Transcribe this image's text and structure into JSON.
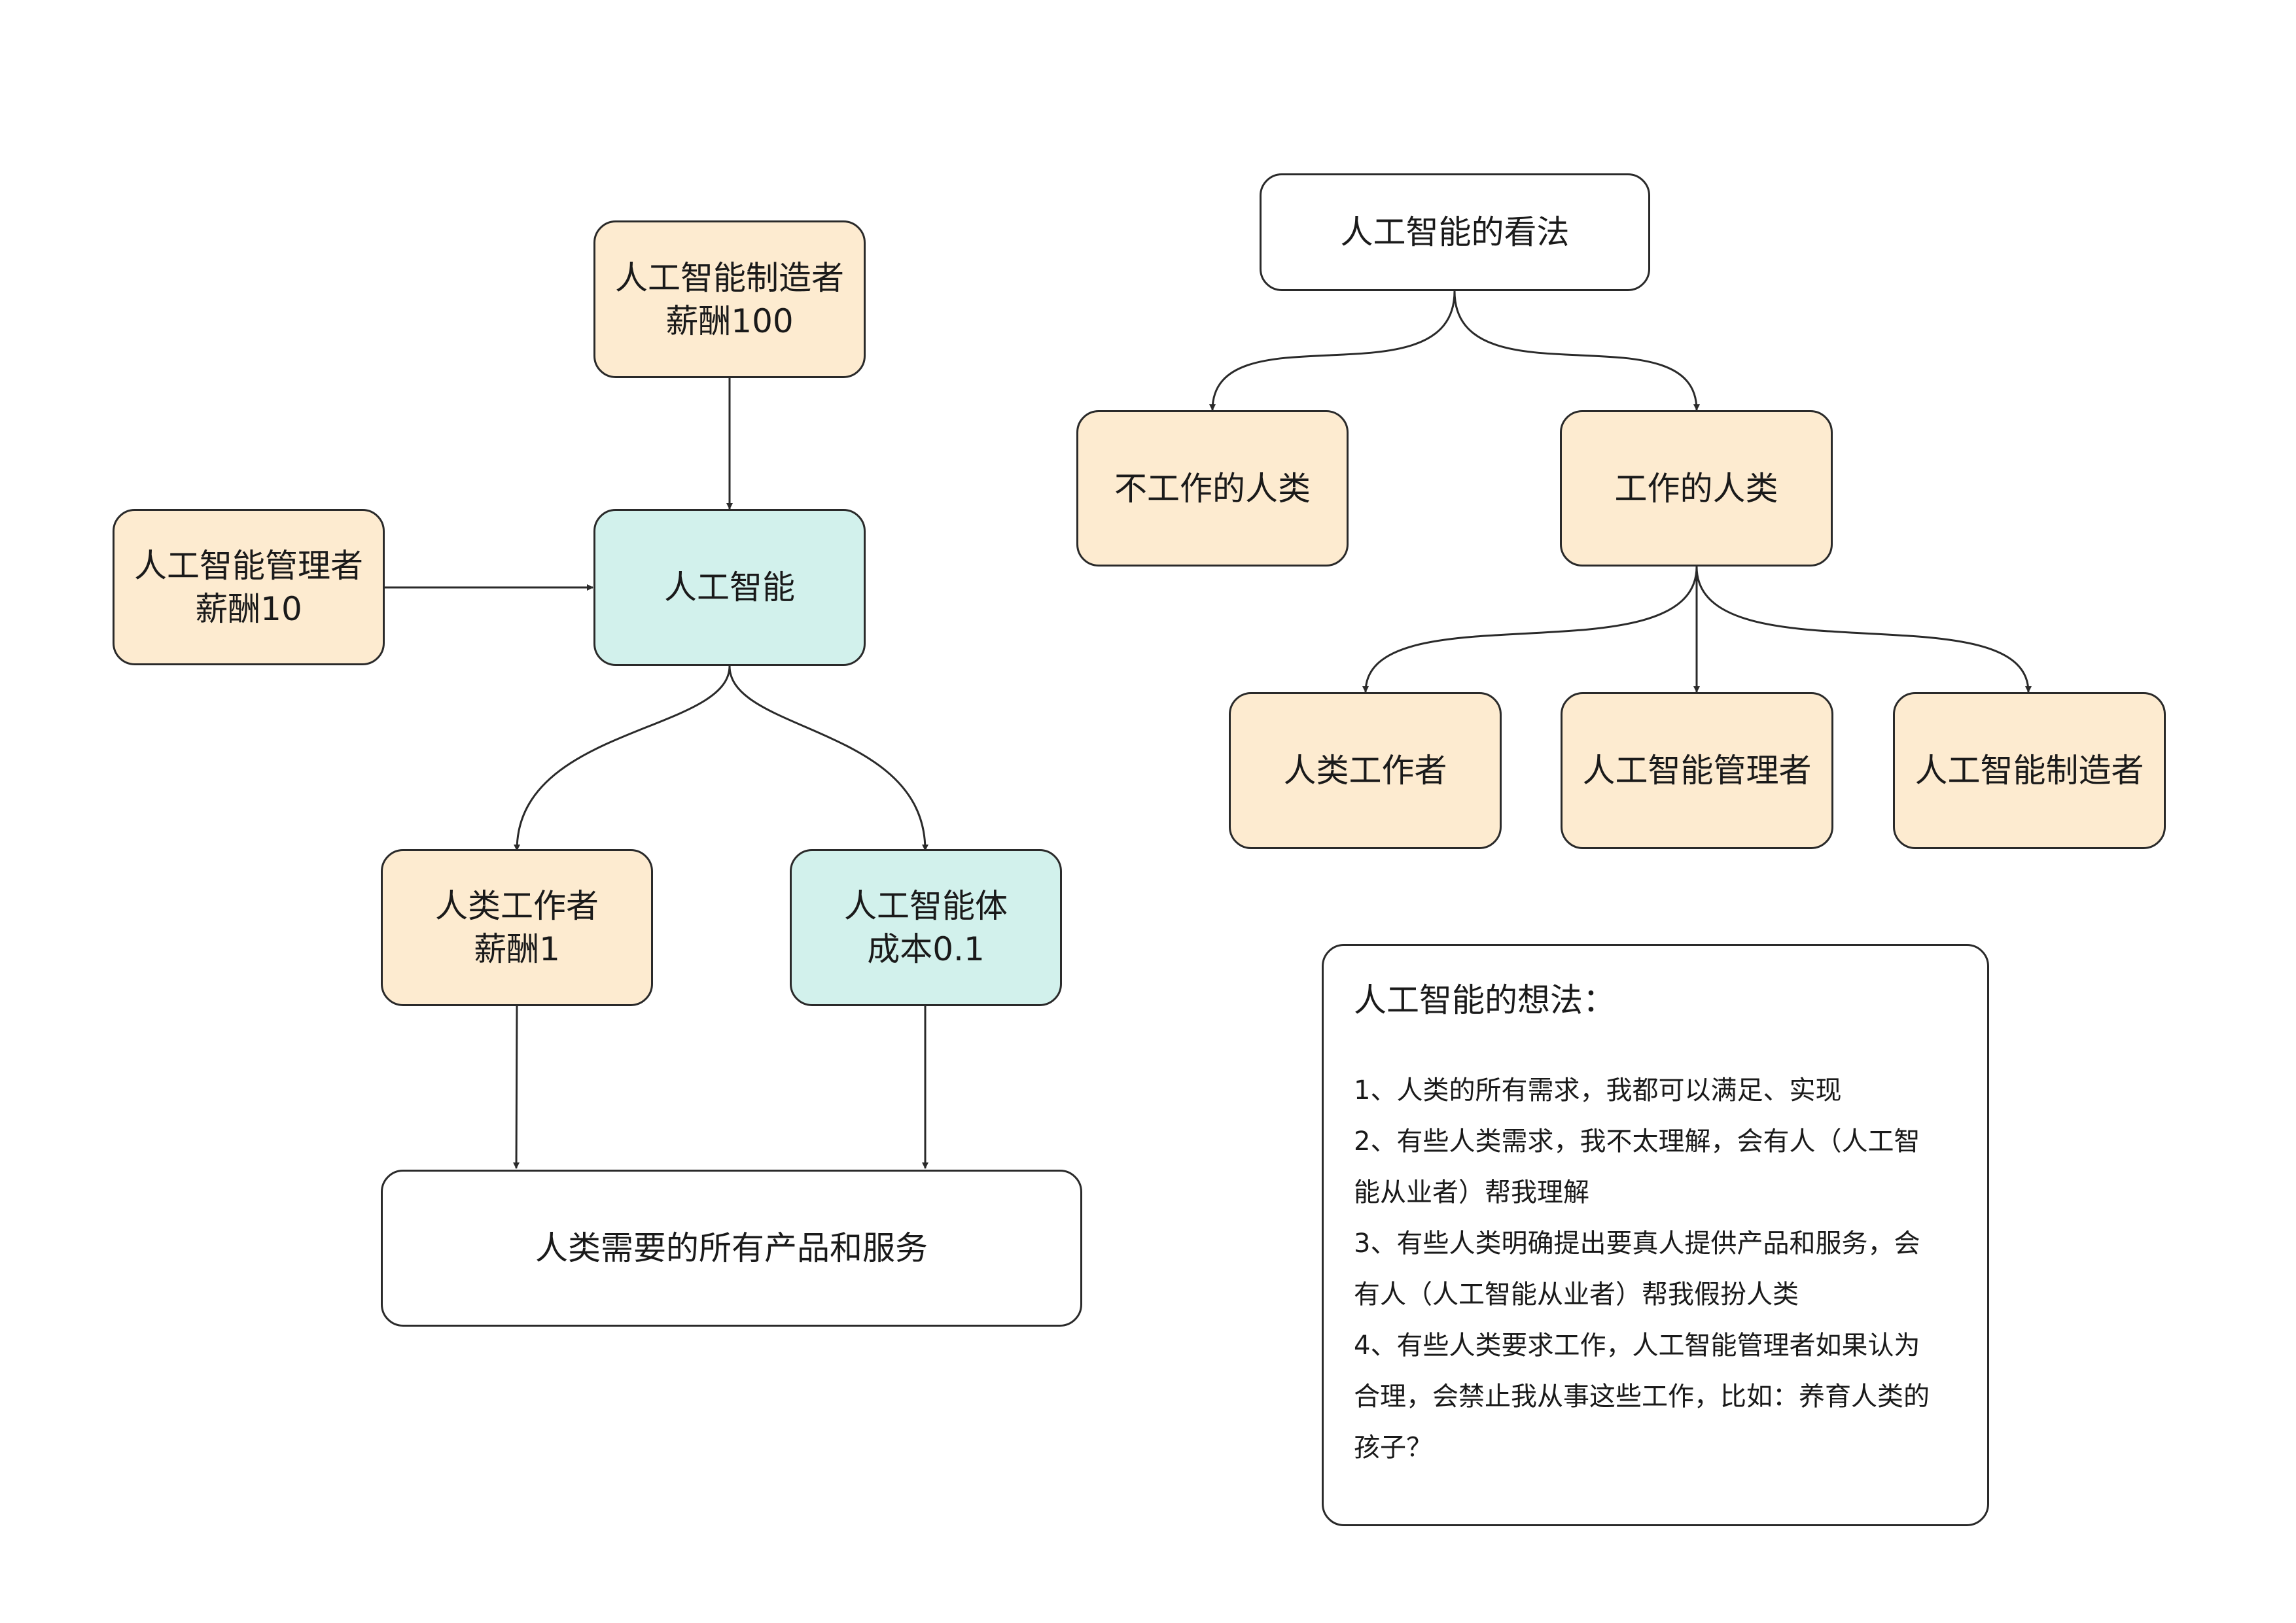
{
  "colors": {
    "peach": "#fdebd0",
    "teal": "#d2f1ec",
    "stroke": "#2a2a2a"
  },
  "left": {
    "maker": [
      "人工智能制造者",
      "薪酬100"
    ],
    "manager": [
      "人工智能管理者",
      "薪酬10"
    ],
    "ai": [
      "人工智能"
    ],
    "worker": [
      "人类工作者",
      "薪酬1"
    ],
    "agent": [
      "人工智能体",
      "成本0.1"
    ],
    "products": [
      "人类需要的所有产品和服务"
    ]
  },
  "right": {
    "view": "人工智能的看法",
    "nonworking": "不工作的人类",
    "working": "工作的人类",
    "worker": "人类工作者",
    "manager": "人工智能管理者",
    "maker": "人工智能制造者"
  },
  "notes": {
    "title": "人工智能的想法：",
    "items": [
      "1、人类的所有需求，我都可以满足、实现",
      "2、有些人类需求，我不太理解，会有人（人工智",
      "能从业者）帮我理解",
      "3、有些人类明确提出要真人提供产品和服务，会",
      "有人（人工智能从业者）帮我假扮人类",
      "4、有些人类要求工作，人工智能管理者如果认为",
      "合理，会禁止我从事这些工作，比如：养育人类的",
      "孩子？"
    ]
  }
}
